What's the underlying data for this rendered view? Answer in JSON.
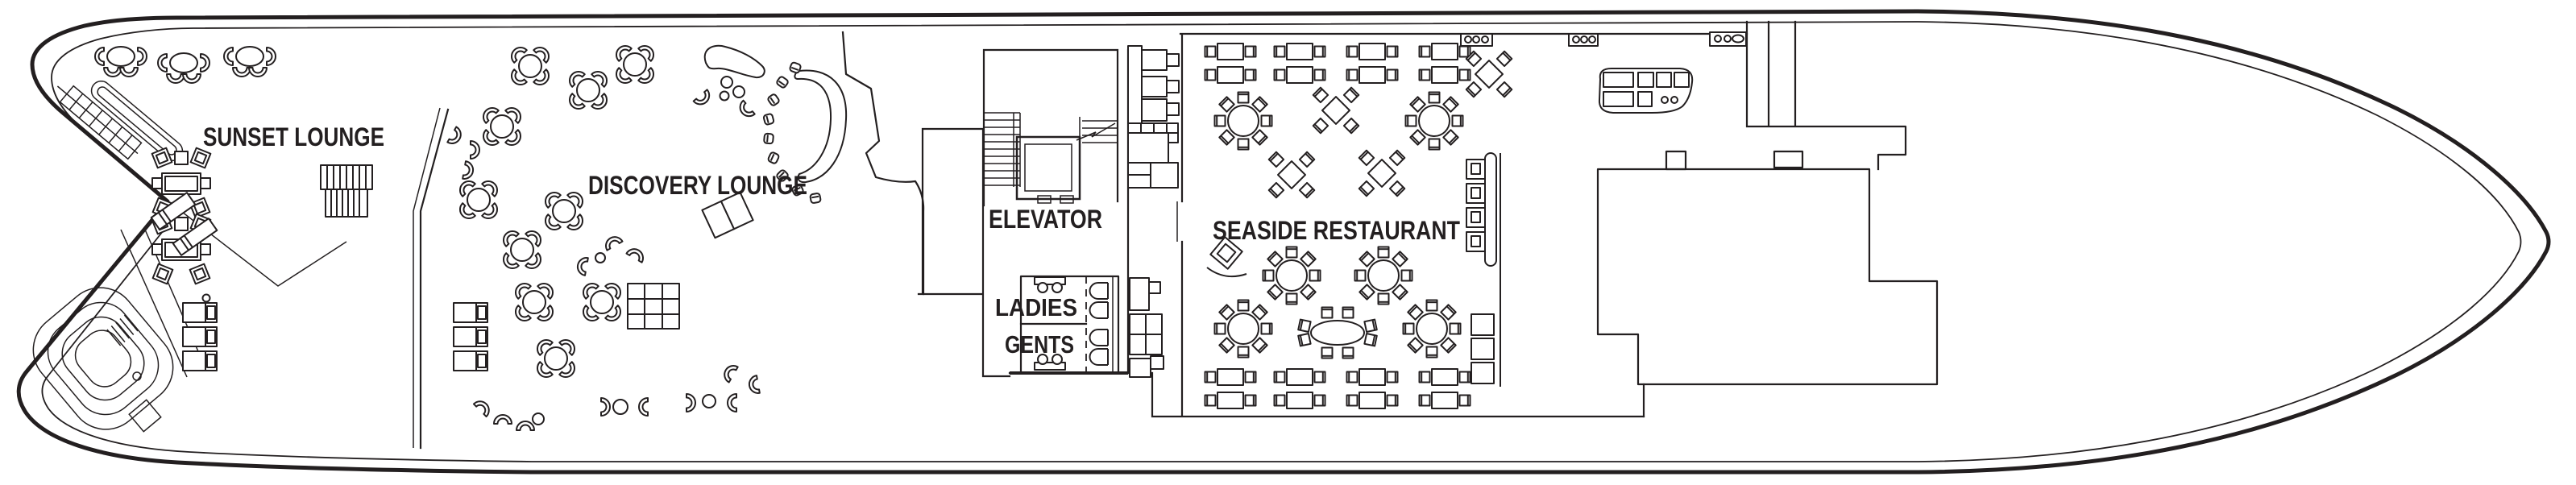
{
  "document": {
    "kind": "cruise-ship-deck-plan",
    "orientation": "stern-left-bow-right"
  },
  "deck": {
    "rooms": [
      {
        "id": "sunset-lounge",
        "label": "SUNSET LOUNGE"
      },
      {
        "id": "discovery-lounge",
        "label": "DISCOVERY LOUNGE"
      },
      {
        "id": "elevator",
        "label": "ELEVATOR"
      },
      {
        "id": "ladies-restroom",
        "label": "LADIES"
      },
      {
        "id": "gents-restroom",
        "label": "GENTS"
      },
      {
        "id": "seaside-restaurant",
        "label": "SEASIDE RESTAURANT"
      }
    ],
    "colors": {
      "ink": "#231f20",
      "paper": "#ffffff"
    }
  }
}
